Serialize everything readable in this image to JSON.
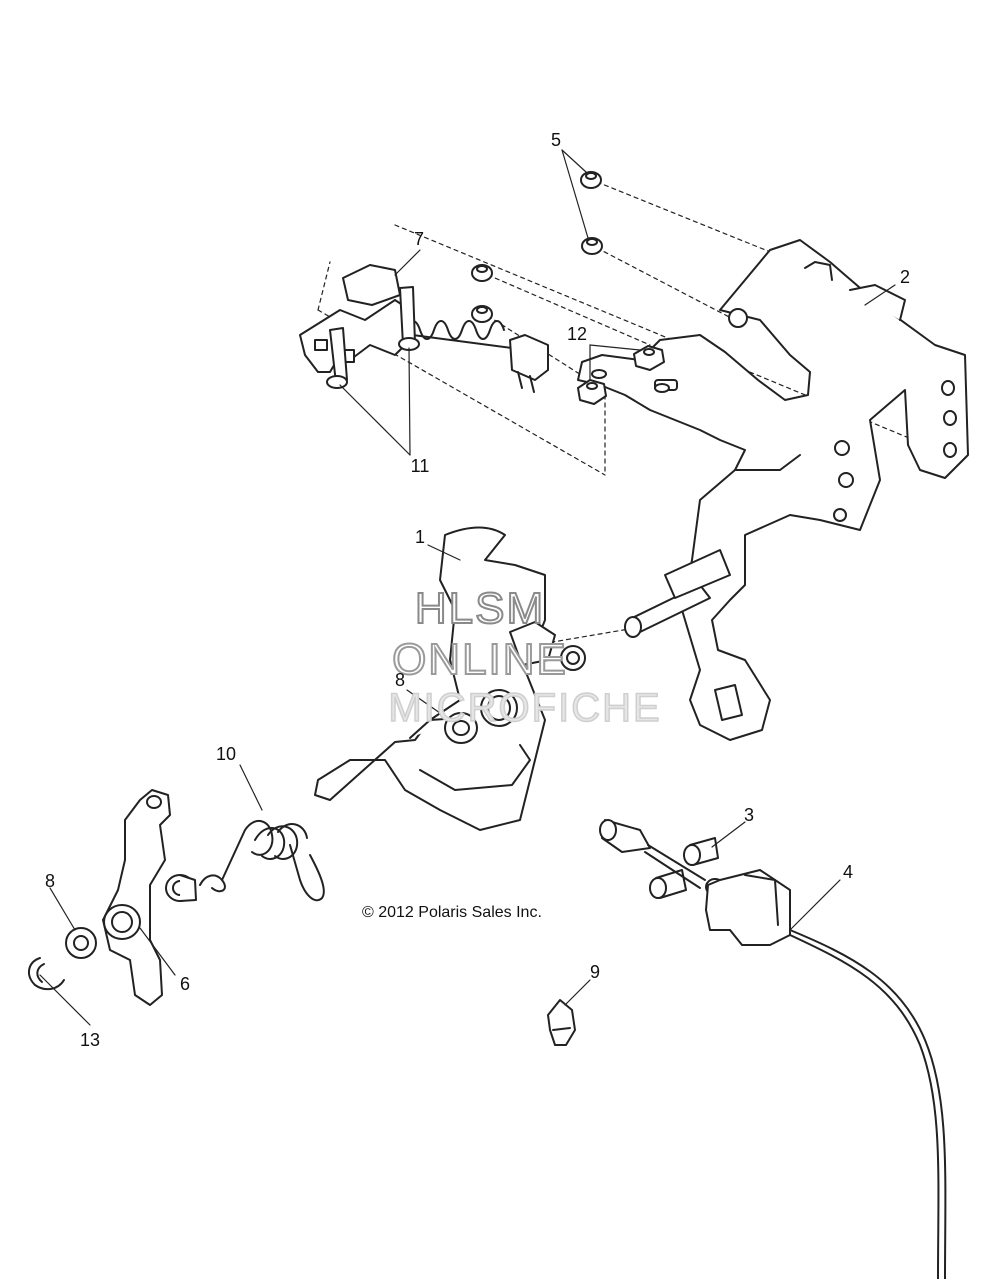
{
  "callouts": {
    "c1": "1",
    "c2": "2",
    "c3": "3",
    "c4": "4",
    "c5": "5",
    "c6": "6",
    "c7": "7",
    "c8a": "8",
    "c8b": "8",
    "c9": "9",
    "c10": "10",
    "c11": "11",
    "c12": "12",
    "c13": "13"
  },
  "copyright": "© 2012 Polaris Sales Inc.",
  "watermark": {
    "line1": "HLSM",
    "line2": "ONLINE",
    "line3": "MICROFICHE"
  },
  "colors": {
    "line": "#222222",
    "background": "#ffffff"
  }
}
